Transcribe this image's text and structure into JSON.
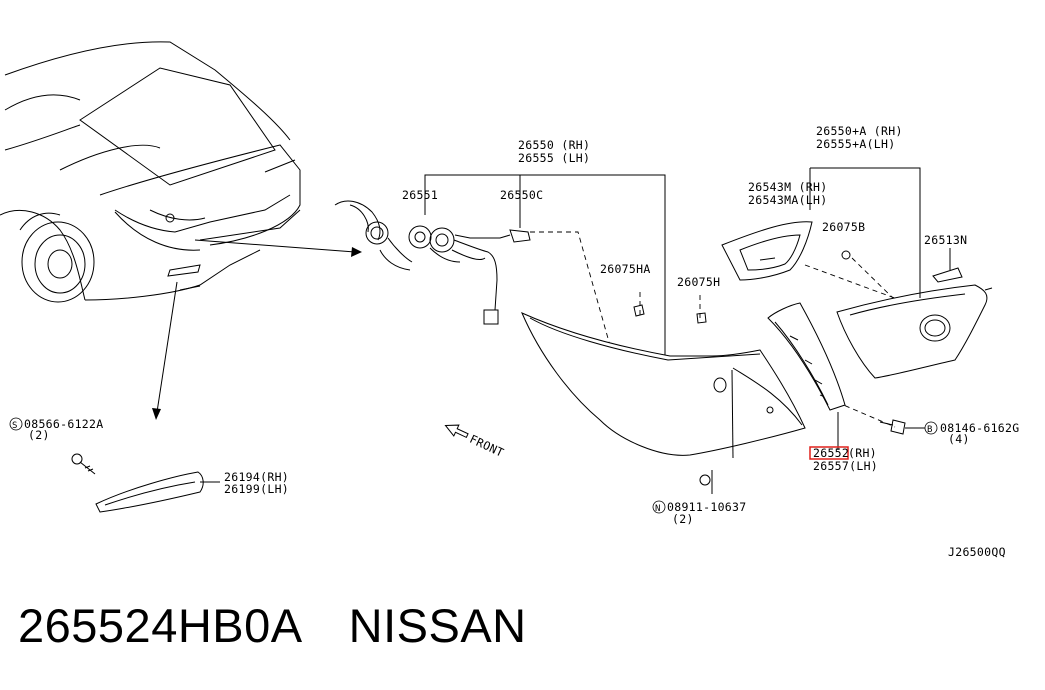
{
  "labels": {
    "l26550": "26550 (RH)",
    "l26555": "26555 (LH)",
    "l26551": "26551",
    "l26550c": "26550C",
    "l26075ha": "26075HA",
    "l26075h": "26075H",
    "l26550a": "26550+A (RH)",
    "l26555a": "26555+A(LH)",
    "l26543m": "26543M (RH)",
    "l26543ma": "26543MA(LH)",
    "l26075b": "26075B",
    "l26513n": "26513N",
    "l08146_pre": "B",
    "l08146": "08146-6162G",
    "l08146_qty": "(4)",
    "l26552_num": "26552",
    "l26552_side": "(RH)",
    "l26557": "26557(LH)",
    "l08911_pre": "N",
    "l08911": "08911-10637",
    "l08911_qty": "(2)",
    "l08566_pre": "S",
    "l08566": "08566-6122A",
    "l08566_qty": "(2)",
    "l26194": "26194(RH)",
    "l26199": "26199(LH)",
    "front": "FRONT",
    "diagram_code": "J26500QQ"
  },
  "footer": {
    "part_number": "265524HB0A",
    "brand": "NISSAN"
  },
  "highlight_color": "#e0201b"
}
